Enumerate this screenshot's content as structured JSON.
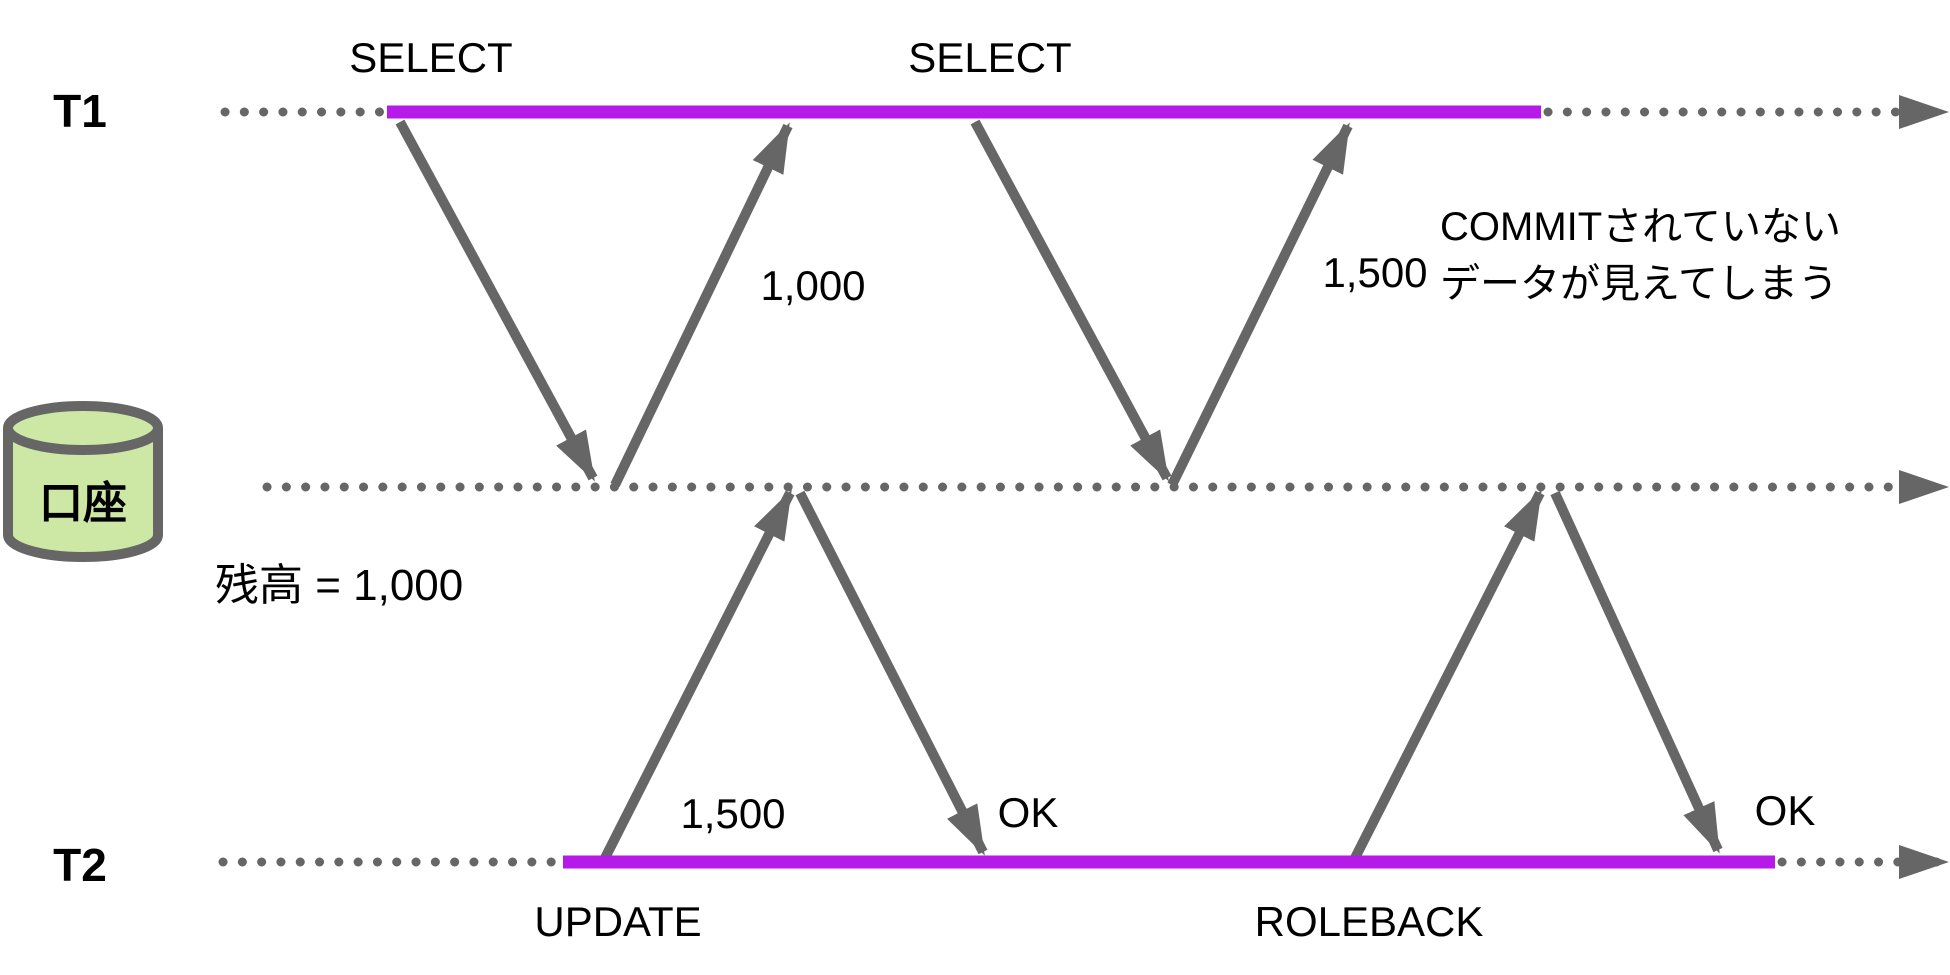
{
  "colors": {
    "active_purple": "#b51ae8",
    "line_gray": "#666666",
    "db_fill": "#cde8a5",
    "db_stroke": "#666666",
    "note_red": "#e8130e",
    "text_black": "#000000"
  },
  "lanes": {
    "t1": {
      "label": "T1"
    },
    "t2": {
      "label": "T2"
    },
    "db": {
      "icon_label": "口座",
      "balance_text": "残高 = 1,000"
    }
  },
  "t1_events": {
    "select_first_label": "SELECT",
    "select_second_label": "SELECT",
    "first_read_value": "1,000",
    "second_read_value": "1,500"
  },
  "t2_events": {
    "update_label": "UPDATE",
    "rollback_label": "ROLEBACK",
    "update_value": "1,500",
    "update_ack": "OK",
    "rollback_ack": "OK"
  },
  "annotation": {
    "line1": "COMMITされていない",
    "line2": "データが見えてしまう"
  }
}
